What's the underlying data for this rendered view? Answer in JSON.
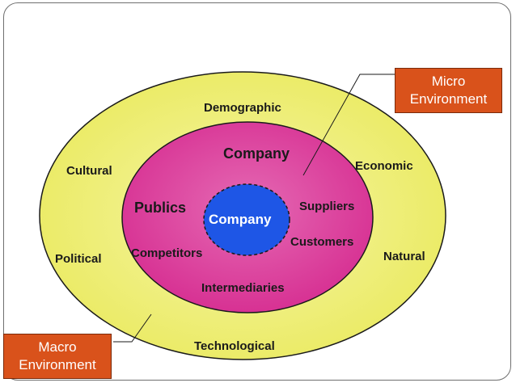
{
  "outer_ring": {
    "labels": {
      "demographic": "Demographic",
      "economic": "Economic",
      "cultural": "Cultural",
      "political": "Political",
      "natural": "Natural",
      "technological": "Technological"
    },
    "color": "#efef70"
  },
  "middle_ring": {
    "labels": {
      "company": "Company",
      "publics": "Publics",
      "suppliers": "Suppliers",
      "customers": "Customers",
      "competitors": "Competitors",
      "intermediaries": "Intermediaries"
    },
    "color": "#dd3b9a"
  },
  "core": {
    "label": "Company",
    "color": "#1e56e6"
  },
  "callouts": {
    "micro": {
      "line1": "Micro",
      "line2": "Environment"
    },
    "macro": {
      "line1": "Macro",
      "line2": "Environment"
    },
    "color": "#d9521b"
  }
}
